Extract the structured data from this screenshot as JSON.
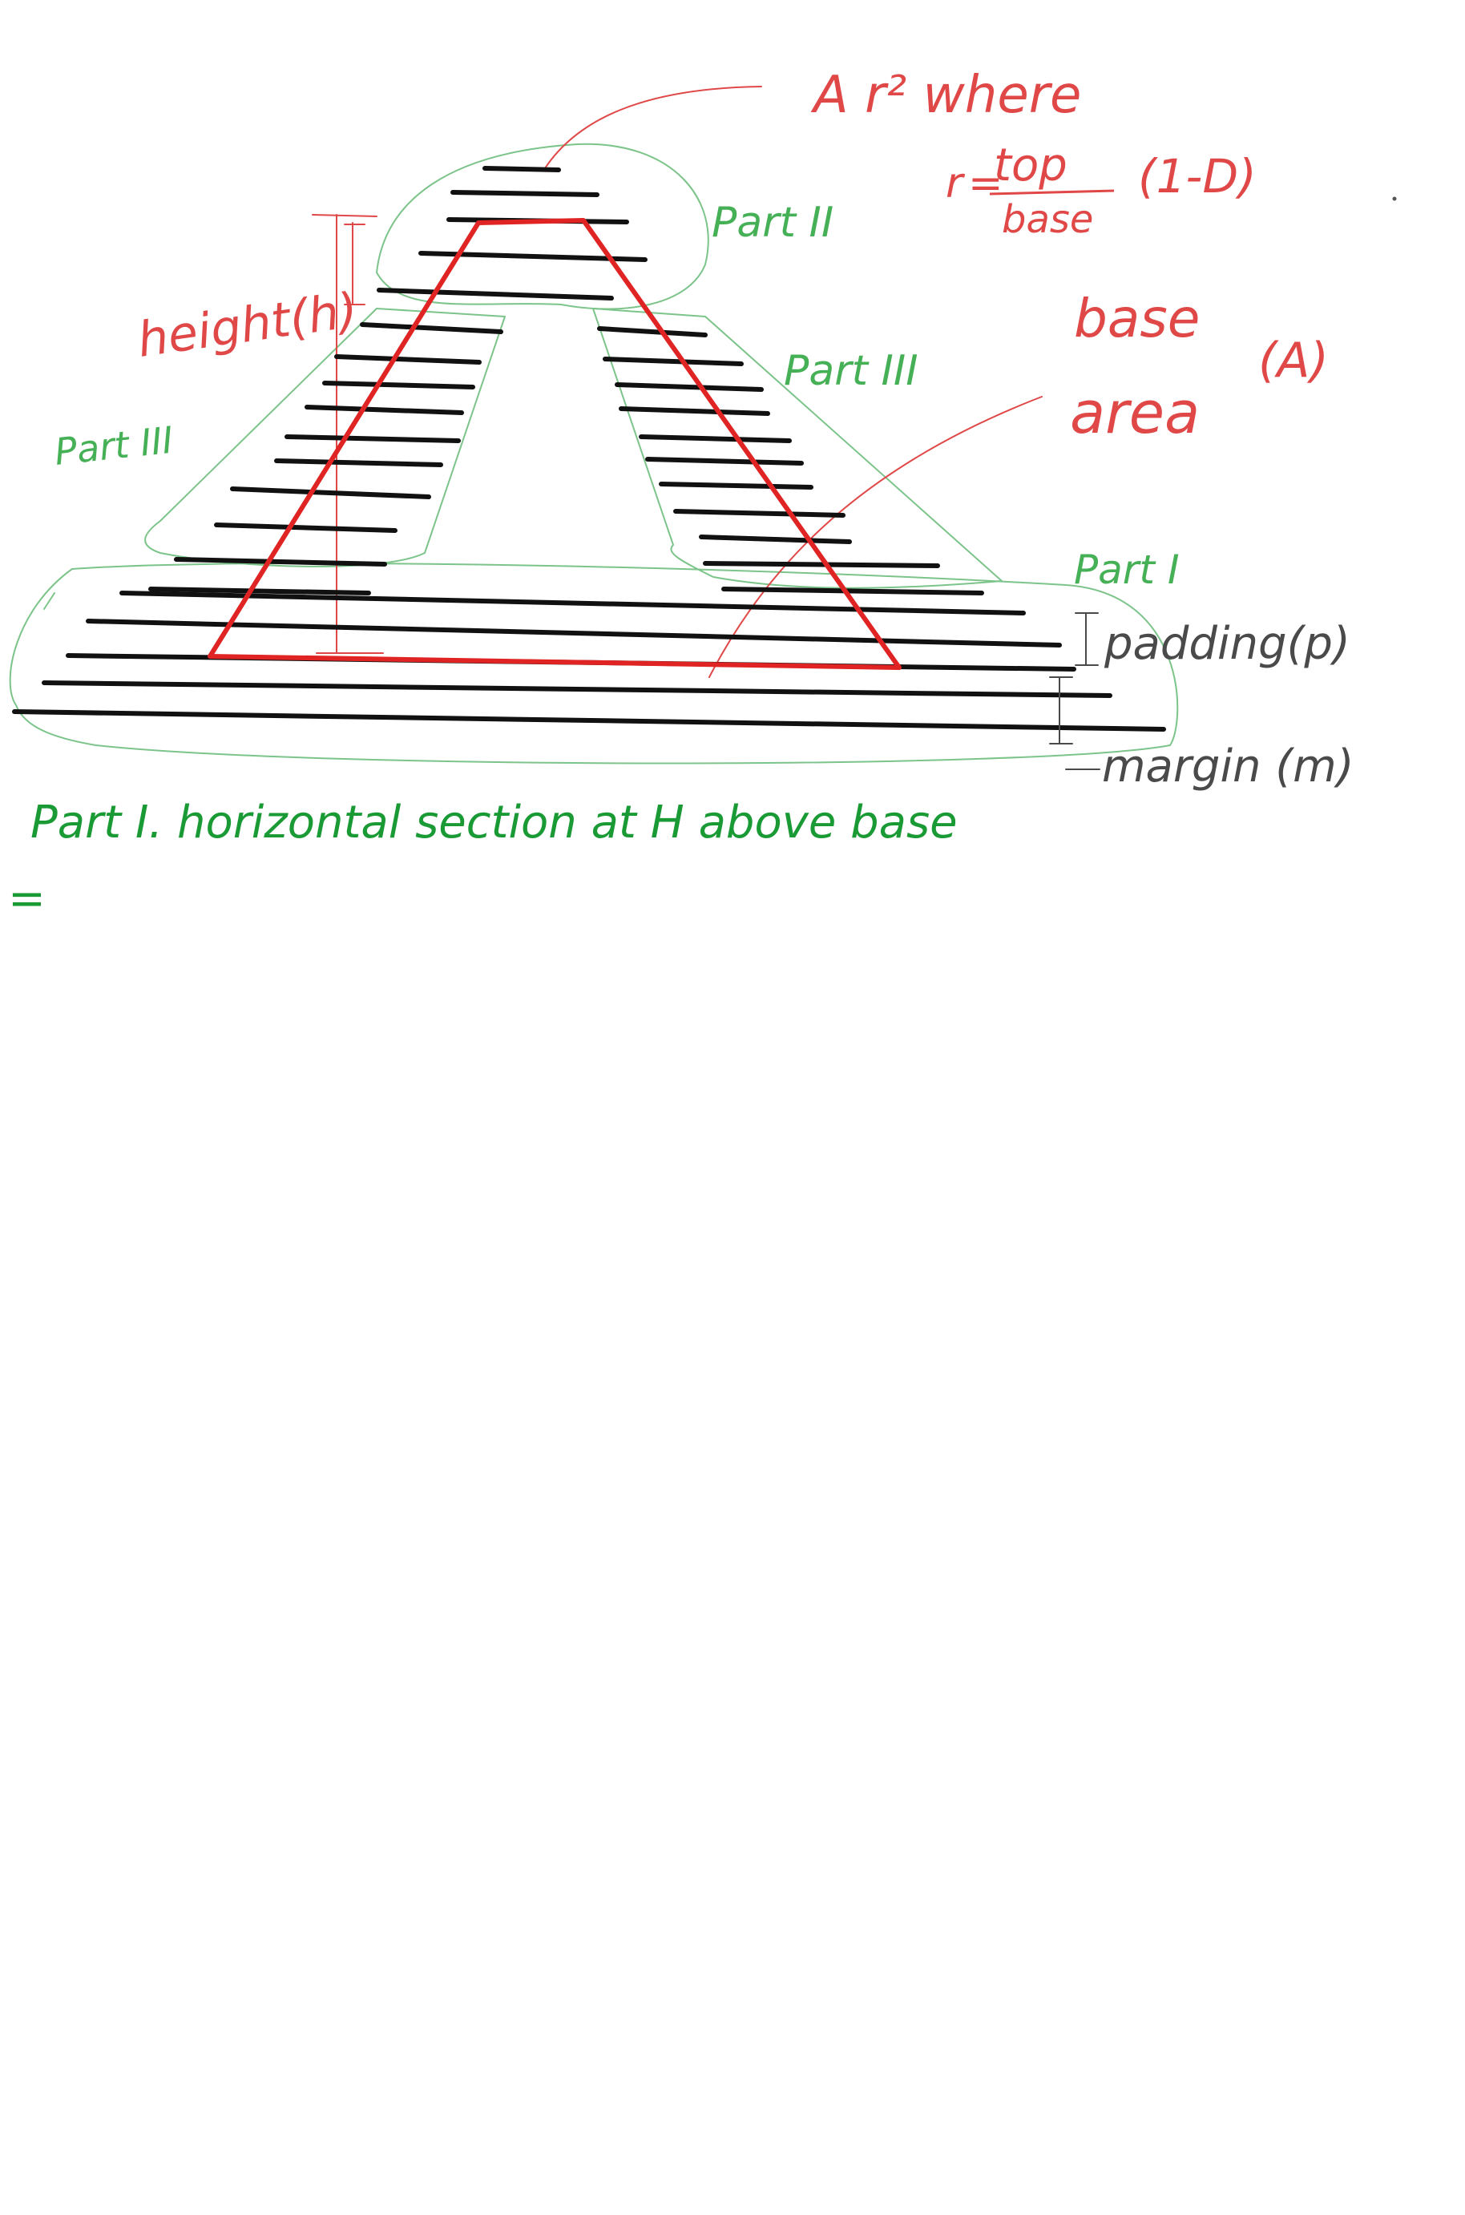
{
  "colors": {
    "ink": "#111111",
    "red_shape": "#e02424",
    "red_text": "#e04848",
    "green_outline": "#7cc48a",
    "green_text": "#46b056",
    "dark_green_text": "#1a9a35",
    "gray_text": "#4a4a4a"
  },
  "labels": {
    "formula_line1": "A r² where",
    "formula_r": "r",
    "formula_eq": "=",
    "formula_top": "top",
    "formula_base": "base",
    "formula_tail": "(1-D)",
    "part2": "Part II",
    "part3_right": "Part III",
    "part3_left": "Part III",
    "part1": "Part I",
    "height": "height(h)",
    "base_area_1": "base",
    "base_area_2": "area",
    "base_area_sym": "(A)",
    "padding": "padding(p)",
    "margin": "margin (m)",
    "caption": "Part I. horizontal section at H above base",
    "equals_mark": "="
  }
}
